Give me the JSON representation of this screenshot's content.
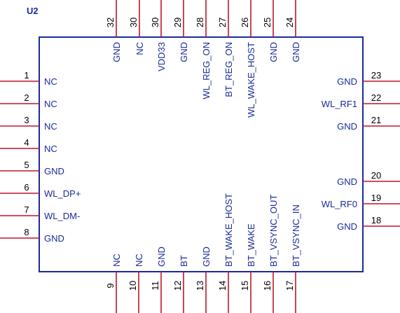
{
  "ref_designator": "U2",
  "colors": {
    "body": "#1a2a9a",
    "label": "#1a2a9a",
    "pin": "#c0142c",
    "number": "#000000",
    "background": "#ffffff"
  },
  "pins_left": [
    {
      "num": "1",
      "name": "NC"
    },
    {
      "num": "2",
      "name": "NC"
    },
    {
      "num": "3",
      "name": "NC"
    },
    {
      "num": "4",
      "name": "NC"
    },
    {
      "num": "5",
      "name": "GND"
    },
    {
      "num": "6",
      "name": "WL_DP+"
    },
    {
      "num": "7",
      "name": "WL_DM-"
    },
    {
      "num": "8",
      "name": "GND"
    }
  ],
  "pins_right": [
    {
      "num": "23",
      "name": "GND"
    },
    {
      "num": "22",
      "name": "WL_RF1"
    },
    {
      "num": "21",
      "name": "GND"
    },
    {
      "num": "20",
      "name": "GND"
    },
    {
      "num": "19",
      "name": "WL_RF0"
    },
    {
      "num": "18",
      "name": "GND"
    }
  ],
  "pins_top": [
    {
      "num": "32",
      "name": "GND"
    },
    {
      "num": "30",
      "name": "NC"
    },
    {
      "num": "30",
      "name": "VDD33"
    },
    {
      "num": "29",
      "name": "GND"
    },
    {
      "num": "28",
      "name": "WL_REG_ON"
    },
    {
      "num": "27",
      "name": "BT_REG_ON"
    },
    {
      "num": "26",
      "name": "WL_WAKE_HOST"
    },
    {
      "num": "25",
      "name": "GND"
    },
    {
      "num": "24",
      "name": "GND"
    }
  ],
  "pins_bottom": [
    {
      "num": "9",
      "name": "NC"
    },
    {
      "num": "10",
      "name": "NC"
    },
    {
      "num": "11",
      "name": "GND"
    },
    {
      "num": "12",
      "name": "BT"
    },
    {
      "num": "13",
      "name": "GND"
    },
    {
      "num": "14",
      "name": "BT_WAKE_HOST"
    },
    {
      "num": "15",
      "name": "BT_WAKE"
    },
    {
      "num": "16",
      "name": "BT_VSYNC_OUT"
    },
    {
      "num": "17",
      "name": "BT_VSYNC_IN"
    }
  ]
}
